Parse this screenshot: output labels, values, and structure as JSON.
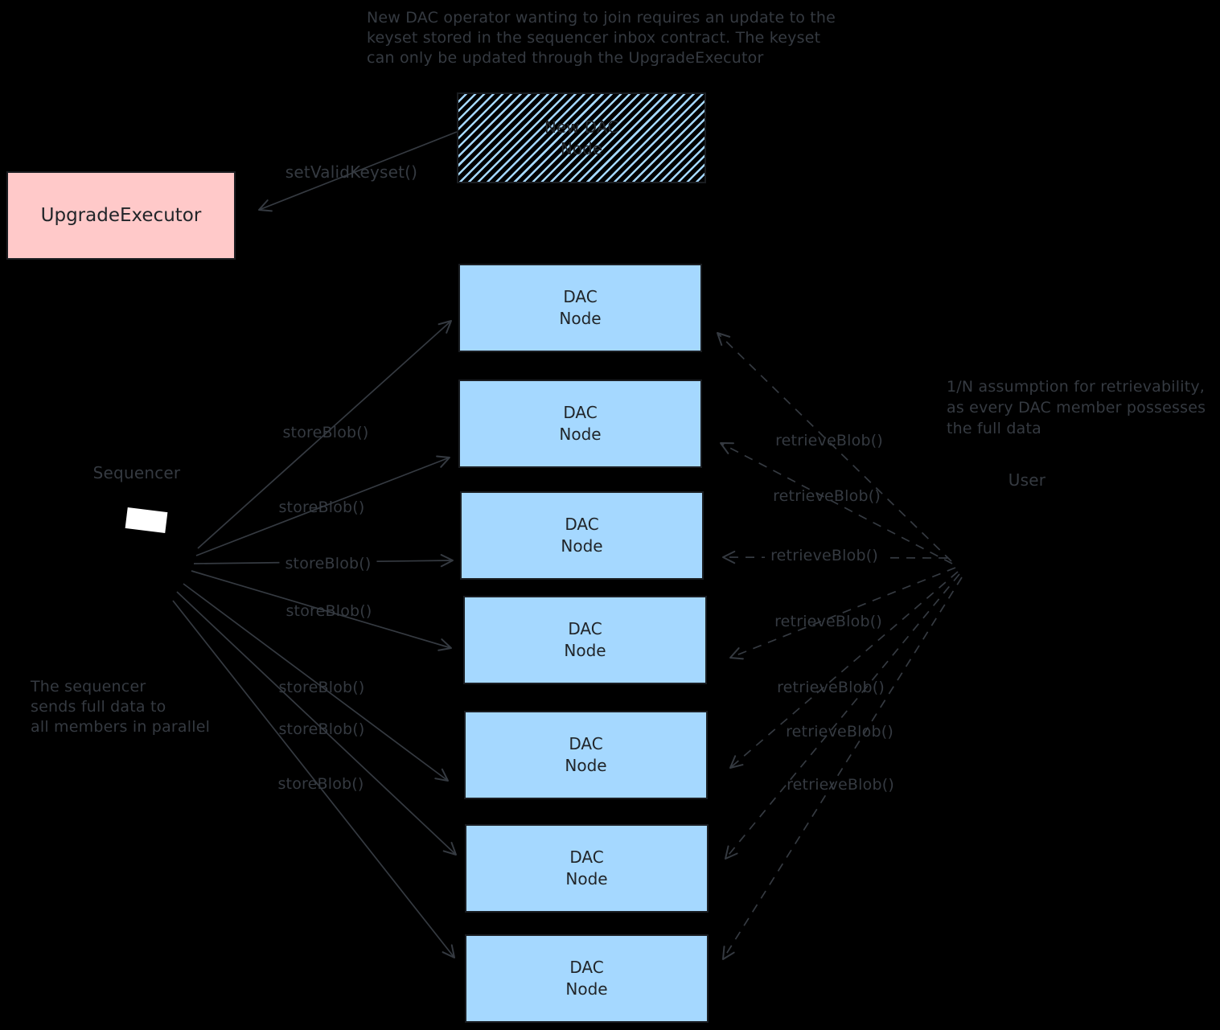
{
  "diagram": {
    "type": "excalidraw-flow",
    "background": "#000000"
  },
  "notes": {
    "top": [
      "New DAC operator wanting to join requires an update to the",
      "keyset stored in the sequencer inbox contract. The keyset",
      "can only be updated through the UpgradeExecutor"
    ],
    "right": [
      "1/N assumption for retrievability,",
      "as every DAC member possesses",
      "the full data"
    ],
    "bottom_left": [
      "The sequencer",
      "sends full data to",
      "all members in parallel"
    ]
  },
  "labels": {
    "sequencer": "Sequencer",
    "user": "User",
    "set_valid_keyset": "setValidKeyset()"
  },
  "nodes": {
    "upgrade_executor": {
      "label": "UpgradeExecutor",
      "fill": "#ffc9c9"
    },
    "new_dac_node": {
      "line1": "New DAC",
      "line2": "Node",
      "hatch_color": "#a5d8ff",
      "fill_style": "hachure"
    },
    "dac_node": {
      "line1": "DAC",
      "line2": "Node",
      "fill": "#a5d8ff",
      "count": 7
    }
  },
  "edges": {
    "store": [
      {
        "label": "storeBlob()"
      },
      {
        "label": "storeBlob()"
      },
      {
        "label": "storeBlob()"
      },
      {
        "label": "storeBlob()"
      },
      {
        "label": "storeBlob()"
      },
      {
        "label": "storeBlob()"
      },
      {
        "label": "storeBlob()"
      }
    ],
    "retrieve": [
      {
        "label": "retrieveBlob()"
      },
      {
        "label": "retrieveBlob()"
      },
      {
        "label": "retrieveBlob()"
      },
      {
        "label": "retrieveBlob()"
      },
      {
        "label": "retrieveBlob()"
      },
      {
        "label": "retrieveBlob()"
      },
      {
        "label": "retrieveBlob()"
      }
    ]
  },
  "colors": {
    "background": "#000000",
    "ink": "#353a41",
    "box_text": "#212529",
    "blue": "#a5d8ff",
    "pink": "#ffc9c9",
    "white": "#ffffff"
  }
}
